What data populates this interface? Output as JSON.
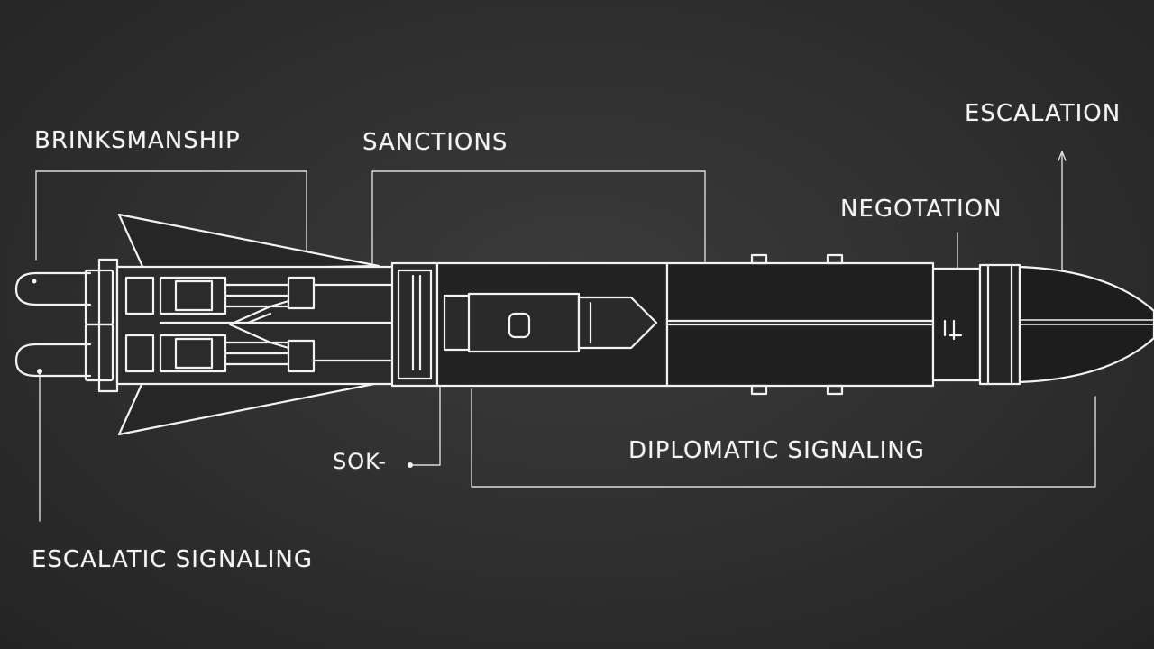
{
  "labels": {
    "brinksmanship": "BRINKSMANSHIP",
    "sanctions": "SANCTIONS",
    "escalation": "ESCALATION",
    "negotation": "NEGOTATION",
    "sok": "SOK-",
    "diplomatic_signaling": "DIPLOMATIC SIGNALING",
    "escalatic_signaling": "ESCALATIC SIGNALING"
  },
  "colors": {
    "background": "#2f2f2f",
    "line": "#f2f2f2"
  }
}
